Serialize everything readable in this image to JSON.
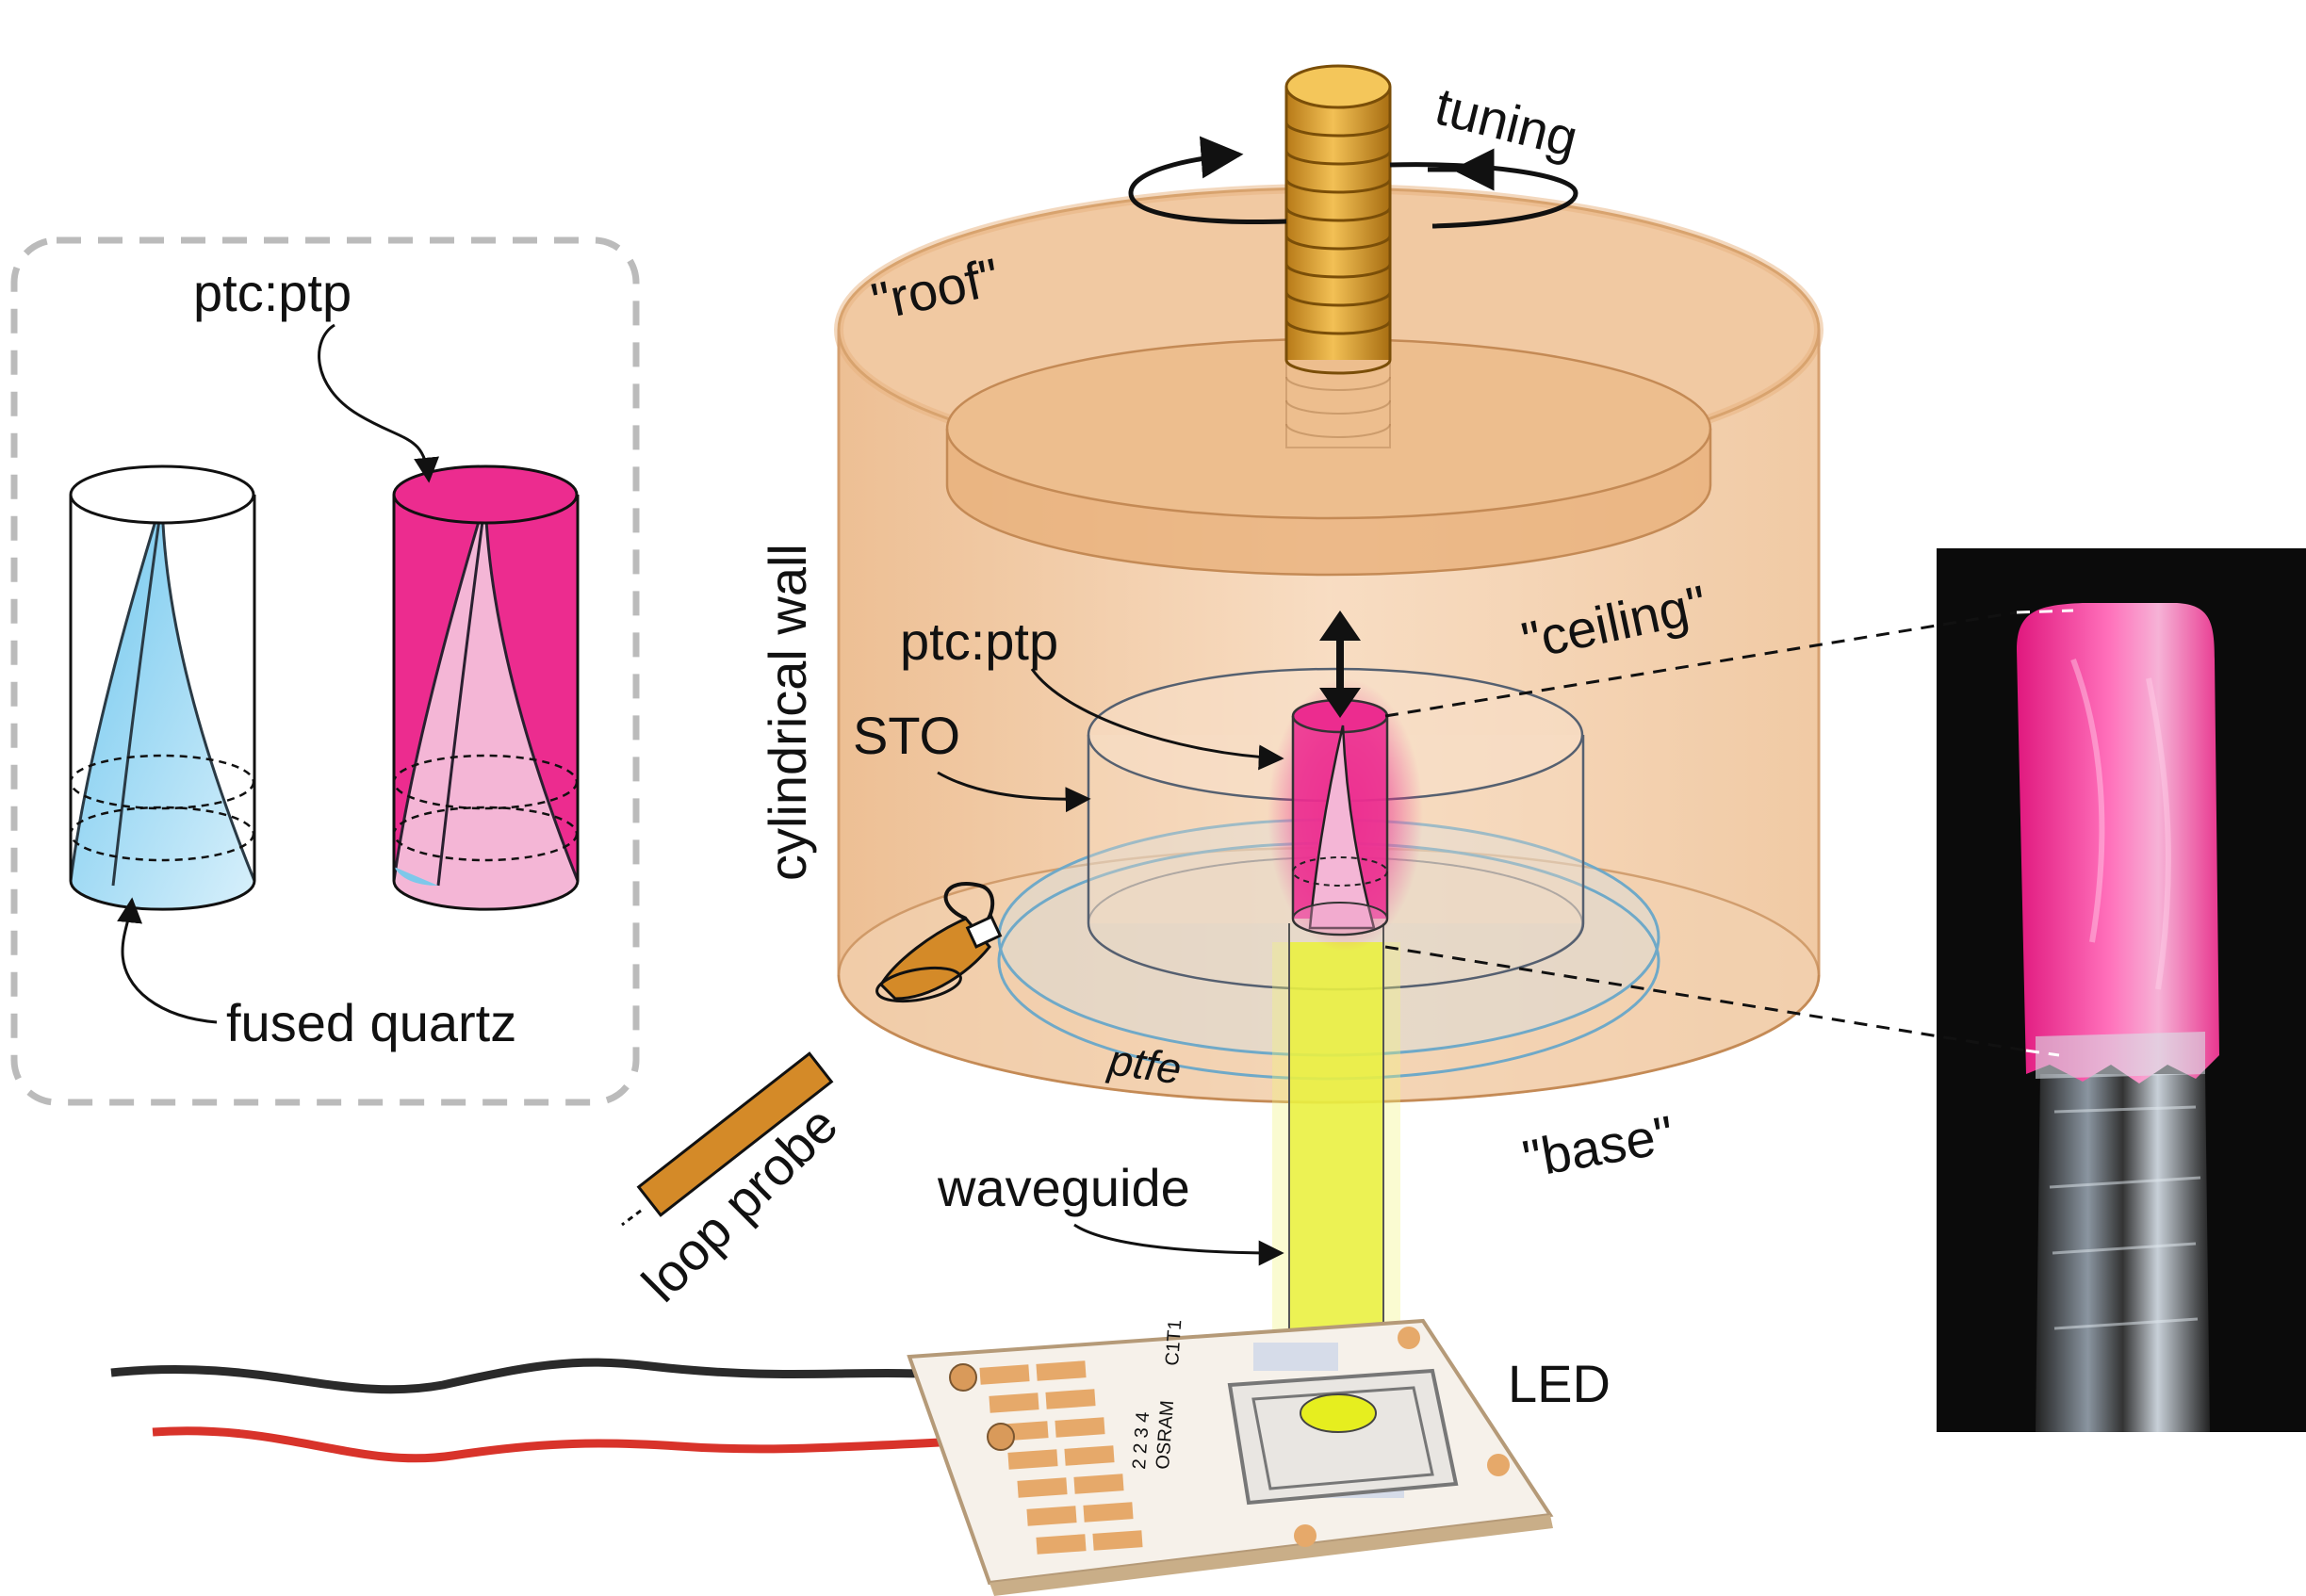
{
  "labels": {
    "inset_ptc": "ptc:ptp",
    "inset_quartz": "fused quartz",
    "roof": "\"roof\"",
    "tuning": "tuning",
    "wall": "cylindrical wall",
    "ceiling": "\"ceiling\"",
    "ptc_main": "ptc:ptp",
    "sto": "STO",
    "ptfe": "ptfe",
    "base": "\"base\"",
    "loop_probe": "loop probe",
    "waveguide": "waveguide",
    "led": "LED"
  },
  "led_marking": [
    "C1T1",
    "2 2 3 4",
    "OSRAM"
  ],
  "colors": {
    "copper": "#E8B483",
    "copper_dark": "#C98E55",
    "quartz_blue": "#8FD3F2",
    "magenta": "#EC2C8F",
    "light_pink": "#F4B6D6",
    "screw_gold": "#E0A02E",
    "waveguide_yellow": "#E6EE1F",
    "ptfe_blue": "#6FA9C8",
    "probe_orange": "#D48A28",
    "photo_bg": "#0B0B0B"
  }
}
